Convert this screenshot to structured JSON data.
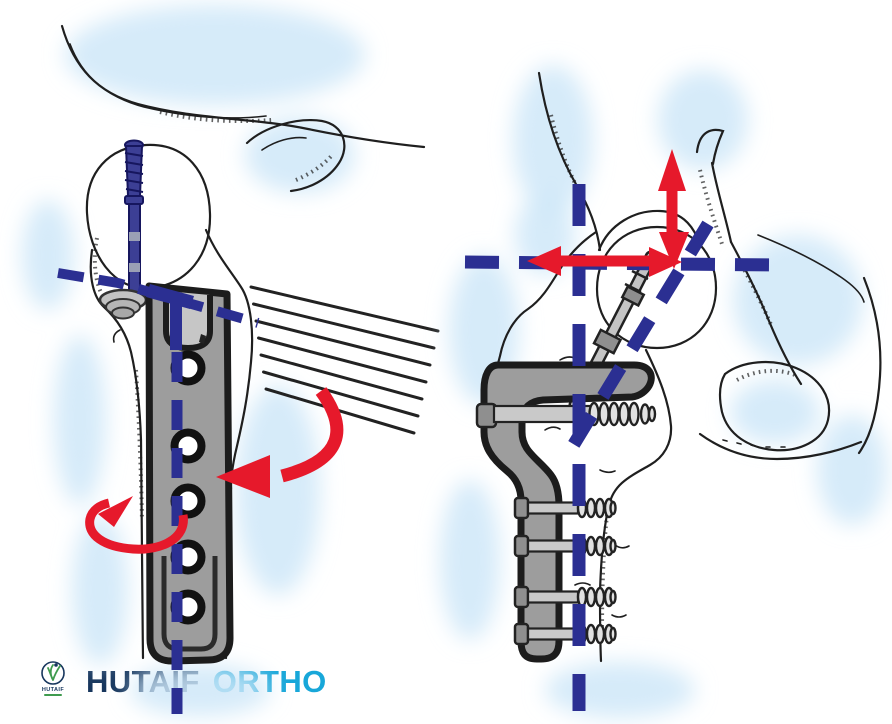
{
  "branding": {
    "logo_mark_title": "HUTAIF",
    "wordmark_primary": "HUTAIF",
    "wordmark_secondary": "ORTHO"
  },
  "colors": {
    "background": "#ffffff",
    "bone-line": "#1f1f1f",
    "soft-shade": "#cfe8f8",
    "dash-blue": "#2b2f92",
    "arrow-red": "#e6192b",
    "implant-gray": "#9d9d9d",
    "implant-light": "#c6c6c6",
    "implant-outline": "#1c1c1c",
    "screw-navy": "#3c3f95",
    "screw-navy-dark": "#16165e",
    "wordmark-primary": "#17365d",
    "wordmark-secondary": "#18a7d9",
    "logo-green": "#3f9b4e"
  },
  "illustration": {
    "left_figure": {
      "plate_hole_count": 5,
      "hatch_line_count": 7
    },
    "right_figure": {
      "shaft_screw_count": 4
    }
  }
}
